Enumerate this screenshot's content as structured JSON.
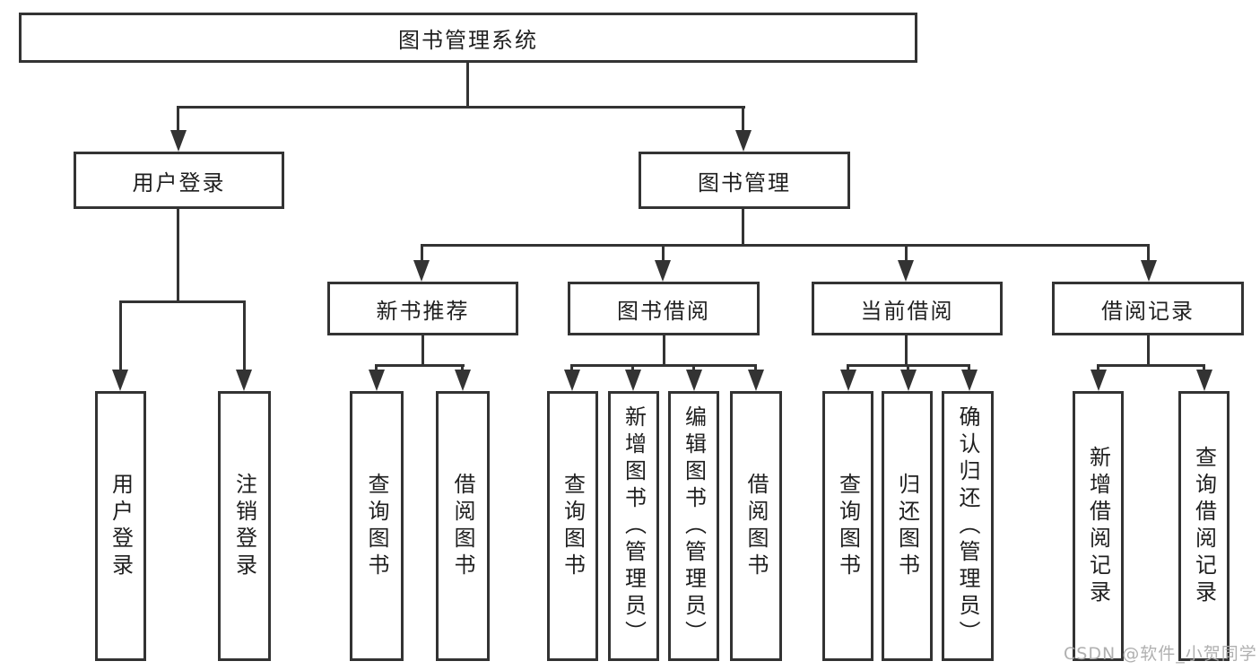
{
  "diagram": {
    "root": {
      "label": "图书管理系统"
    },
    "level2": [
      {
        "label": "用户登录"
      },
      {
        "label": "图书管理"
      }
    ],
    "level3": [
      {
        "label": "新书推荐"
      },
      {
        "label": "图书借阅"
      },
      {
        "label": "当前借阅"
      },
      {
        "label": "借阅记录"
      }
    ],
    "leaves": {
      "user_login": [
        {
          "label": "用户登录"
        },
        {
          "label": "注销登录"
        }
      ],
      "new_book_recommend": [
        {
          "label": "查询图书"
        },
        {
          "label": "借阅图书"
        }
      ],
      "book_borrowing": [
        {
          "label": "查询图书"
        },
        {
          "label": "新增图书（管理员）"
        },
        {
          "label": "编辑图书（管理员）"
        },
        {
          "label": "借阅图书"
        }
      ],
      "current_borrowing": [
        {
          "label": "查询图书"
        },
        {
          "label": "归还图书"
        },
        {
          "label": "确认归还（管理员）"
        }
      ],
      "borrowing_records": [
        {
          "label": "新增借阅记录"
        },
        {
          "label": "查询借阅记录"
        }
      ]
    }
  },
  "watermark": {
    "text": "CSDN @软件_小贺同学"
  },
  "colors": {
    "line": "#333333",
    "text": "#1f1f1f",
    "watermark": "#acacac",
    "background": "#ffffff"
  }
}
